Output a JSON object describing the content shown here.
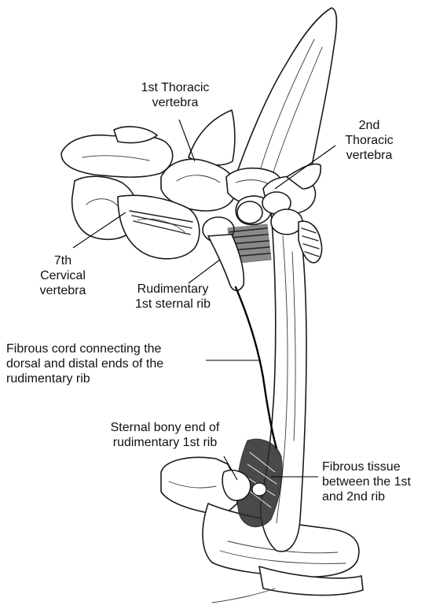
{
  "labels": {
    "first_thoracic": "1st Thoracic\nvertebra",
    "second_thoracic": "2nd\nThoracic\nvertebra",
    "seventh_cervical": "7th\nCervical\nvertebra",
    "rudimentary_rib": "Rudimentary\n1st sternal rib",
    "fibrous_cord": "Fibrous cord connecting the\ndorsal and distal ends of the\nrudimentary rib",
    "sternal_end": "Sternal bony end of\nrudimentary 1st rib",
    "fibrous_tissue": "Fibrous tissue\nbetween the 1st\nand 2nd rib"
  }
}
